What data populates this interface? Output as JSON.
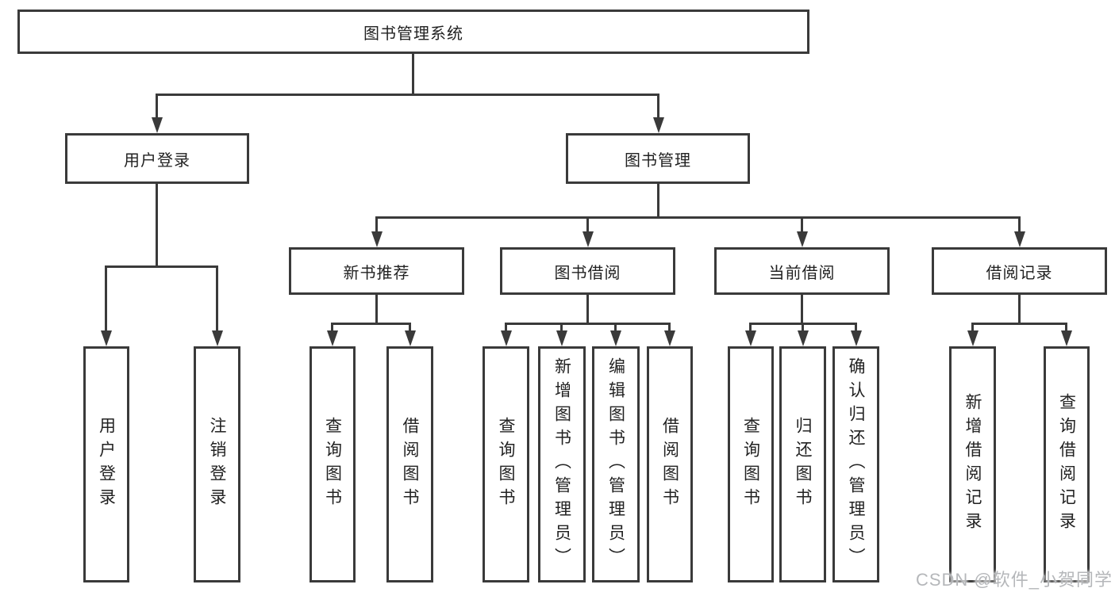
{
  "nodes": {
    "root": "图书管理系统",
    "level2": [
      "用户登录",
      "图书管理"
    ],
    "level3": [
      "新书推荐",
      "图书借阅",
      "当前借阅",
      "借阅记录"
    ],
    "leaves": [
      "用户登录",
      "注销登录",
      "查询图书",
      "借阅图书",
      "查询图书",
      "新增图书（管理员）",
      "编辑图书（管理员）",
      "借阅图书",
      "查询图书",
      "归还图书",
      "确认归还（管理员）",
      "新增借阅记录",
      "查询借阅记录"
    ]
  },
  "hierarchy": {
    "图书管理系统": {
      "用户登录": [
        "用户登录",
        "注销登录"
      ],
      "图书管理": {
        "新书推荐": [
          "查询图书",
          "借阅图书"
        ],
        "图书借阅": [
          "查询图书",
          "新增图书（管理员）",
          "编辑图书（管理员）",
          "借阅图书"
        ],
        "当前借阅": [
          "查询图书",
          "归还图书",
          "确认归还（管理员）"
        ],
        "借阅记录": [
          "新增借阅记录",
          "查询借阅记录"
        ]
      }
    }
  },
  "watermark": "CSDN @软件_小贺同学",
  "colors": {
    "line": "#3a3a3a",
    "text": "#222222",
    "watermark": "#b5b7ba",
    "background": "#ffffff"
  }
}
